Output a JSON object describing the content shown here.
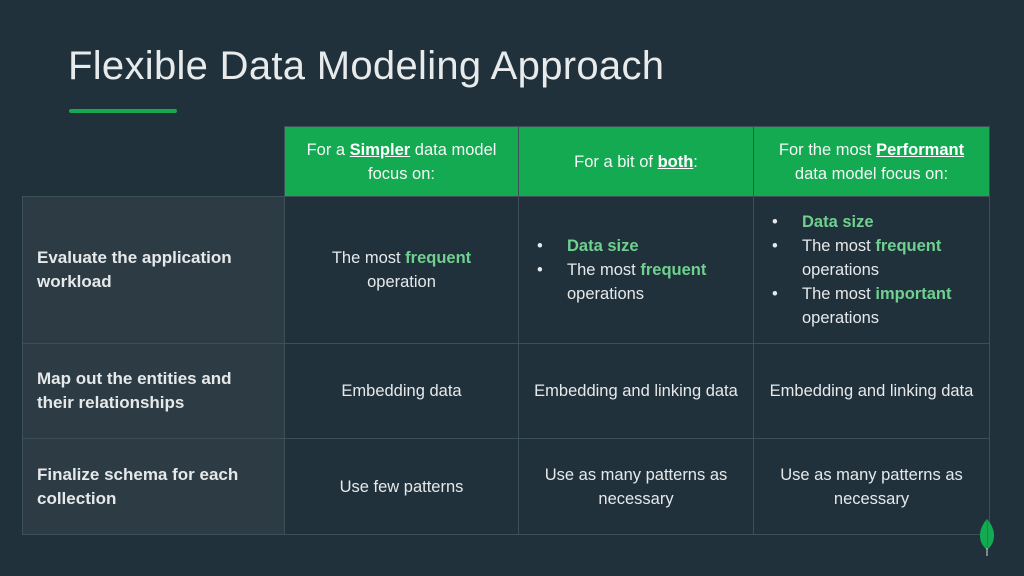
{
  "title": "Flexible Data Modeling Approach",
  "colors": {
    "accent": "#13aa52",
    "background": "#21313c",
    "highlight": "#6fd08f"
  },
  "headers": [
    {
      "pre": "For a ",
      "key": "Simpler",
      "post": " data model focus on:"
    },
    {
      "pre": "For a bit of ",
      "key": "both",
      "post": ":"
    },
    {
      "pre": "For the most ",
      "key": "Performant",
      "post": " data model focus on:"
    }
  ],
  "rows": [
    {
      "label": "Evaluate the application workload",
      "simple": {
        "pre": "The most ",
        "key": "frequent",
        "post": " operation"
      },
      "both": [
        {
          "key": "Data size",
          "post": ""
        },
        {
          "pre": "The most ",
          "key": "frequent",
          "post": " operations"
        }
      ],
      "performant": [
        {
          "key": "Data size",
          "post": ""
        },
        {
          "pre": "The most ",
          "key": "frequent",
          "post": " operations"
        },
        {
          "pre": "The most ",
          "key": "important",
          "post": " operations"
        }
      ]
    },
    {
      "label": "Map out the entities and their relationships",
      "simple": "Embedding data",
      "both": "Embedding and linking data",
      "performant": "Embedding and linking data"
    },
    {
      "label": "Finalize schema for each collection",
      "simple": "Use few patterns",
      "both": "Use as many patterns as necessary",
      "performant": "Use as many patterns as necessary"
    }
  ],
  "logo_icon": "mongodb-leaf-icon"
}
